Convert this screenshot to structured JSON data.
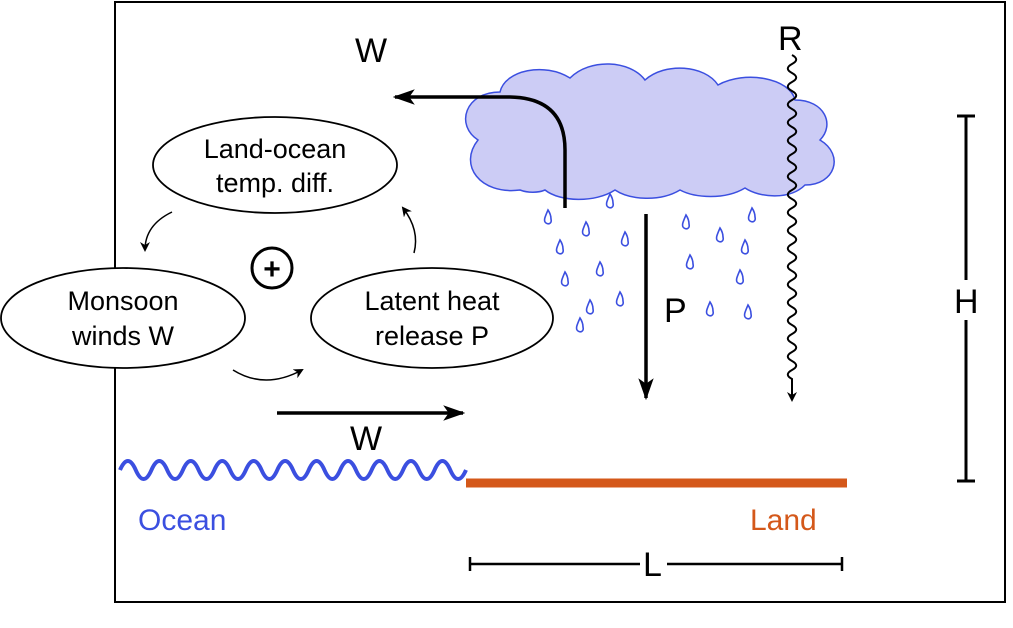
{
  "labels": {
    "w_top": "W",
    "w_bottom": "W",
    "r": "R",
    "p": "P",
    "h": "H",
    "l": "L",
    "ocean": "Ocean",
    "land": "Land",
    "plus": "+"
  },
  "feedback_loop": {
    "land_ocean": [
      "Land-ocean",
      "temp. diff."
    ],
    "monsoon": [
      "Monsoon",
      "winds W"
    ],
    "latent": [
      "Latent heat",
      "release P"
    ]
  },
  "colors": {
    "ocean": "#3b4fe0",
    "land": "#d4581a",
    "cloud_fill": "#ccccf5",
    "cloud_stroke": "#3b4fe0",
    "rain": "#3b4fe0"
  }
}
